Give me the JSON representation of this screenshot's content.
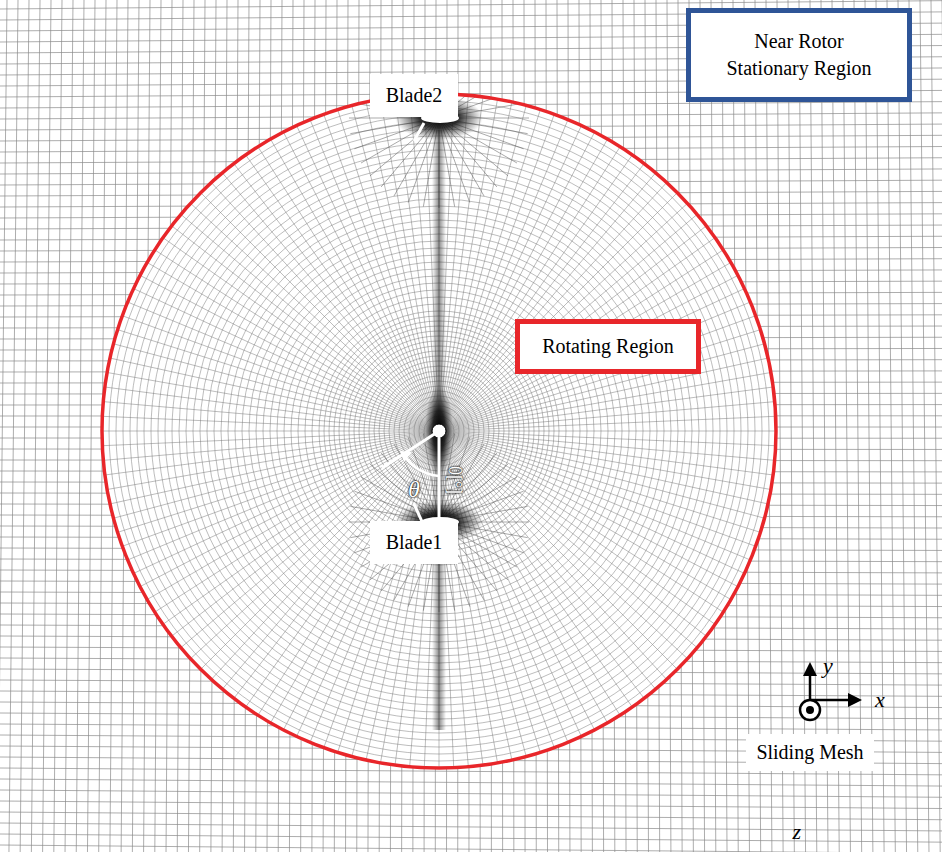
{
  "diagram": {
    "nodes": [
      {
        "text": [
          "Near Rotor Stationary Region"
        ]
      },
      {
        "text": [
          "Blade2"
        ]
      },
      {
        "text": [
          "Rotating Region"
        ]
      },
      {
        "text": [
          "Blade1"
        ]
      },
      {
        "text": [
          "Sliding Mesh"
        ]
      }
    ],
    "labels": [
      "θ",
      "0[°]",
      "y",
      "x",
      "z"
    ]
  }
}
